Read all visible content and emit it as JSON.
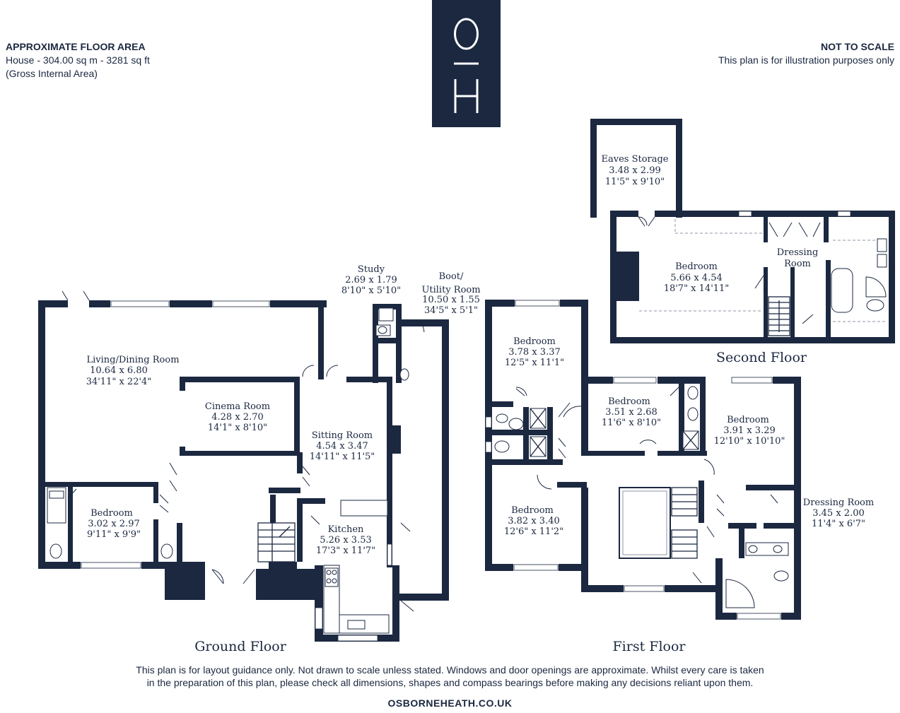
{
  "header_left": {
    "title": "APPROXIMATE FLOOR AREA",
    "line1": "House - 304.00 sq m - 3281 sq ft",
    "line2": "(Gross Internal Area)"
  },
  "header_right": {
    "title": "NOT TO SCALE",
    "line1": "This plan is for illustration purposes only"
  },
  "logo": {
    "text": "O H",
    "color": "#1b2840"
  },
  "floors": {
    "ground": "Ground Floor",
    "first": "First Floor",
    "second": "Second Floor"
  },
  "rooms": {
    "eaves": {
      "name": "Eaves Storage",
      "metric": "3.48 x 2.99",
      "imperial": "11'5\" x 9'10\""
    },
    "bedroom_top": {
      "name": "Bedroom",
      "metric": "5.66 x 4.54",
      "imperial": "18'7\" x 14'11\""
    },
    "dressing_top": {
      "name": "Dressing",
      "name2": "Room"
    },
    "study": {
      "name": "Study",
      "metric": "2.69 x 1.79",
      "imperial": "8'10\" x 5'10\""
    },
    "boot": {
      "name": "Boot/",
      "name2": "Utility Room",
      "metric": "10.50 x 1.55",
      "imperial": "34'5\" x 5'1\""
    },
    "living": {
      "name": "Living/Dining Room",
      "metric": "10.64 x 6.80",
      "imperial": "34'11\" x 22'4\""
    },
    "cinema": {
      "name": "Cinema Room",
      "metric": "4.28 x 2.70",
      "imperial": "14'1\" x 8'10\""
    },
    "sitting": {
      "name": "Sitting Room",
      "metric": "4.54 x 3.47",
      "imperial": "14'11\" x 11'5\""
    },
    "kitchen": {
      "name": "Kitchen",
      "metric": "5.26 x 3.53",
      "imperial": "17'3\" x 11'7\""
    },
    "bedroom_ground": {
      "name": "Bedroom",
      "metric": "3.02 x 2.97",
      "imperial": "9'11\" x 9'9\""
    },
    "bedroom_f1": {
      "name": "Bedroom",
      "metric": "3.78 x 3.37",
      "imperial": "12'5\" x 11'1\""
    },
    "bedroom_f2": {
      "name": "Bedroom",
      "metric": "3.51 x 2.68",
      "imperial": "11'6\" x 8'10\""
    },
    "bedroom_f3": {
      "name": "Bedroom",
      "metric": "3.91 x 3.29",
      "imperial": "12'10\" x 10'10\""
    },
    "bedroom_f4": {
      "name": "Bedroom",
      "metric": "3.82 x 3.40",
      "imperial": "12'6\" x 11'2\""
    },
    "dressing_f": {
      "name": "Dressing Room",
      "metric": "3.45 x 2.00",
      "imperial": "11'4\" x 6'7\""
    }
  },
  "footer": {
    "line1": "This plan is for layout guidance only. Not drawn to scale unless stated. Windows and door openings are approximate. Whilst every care is taken",
    "line2": "in the preparation of this plan, please check all dimensions, shapes and compass bearings before making any decisions reliant upon them.",
    "website": "OSBORNEHEATH.CO.UK"
  }
}
